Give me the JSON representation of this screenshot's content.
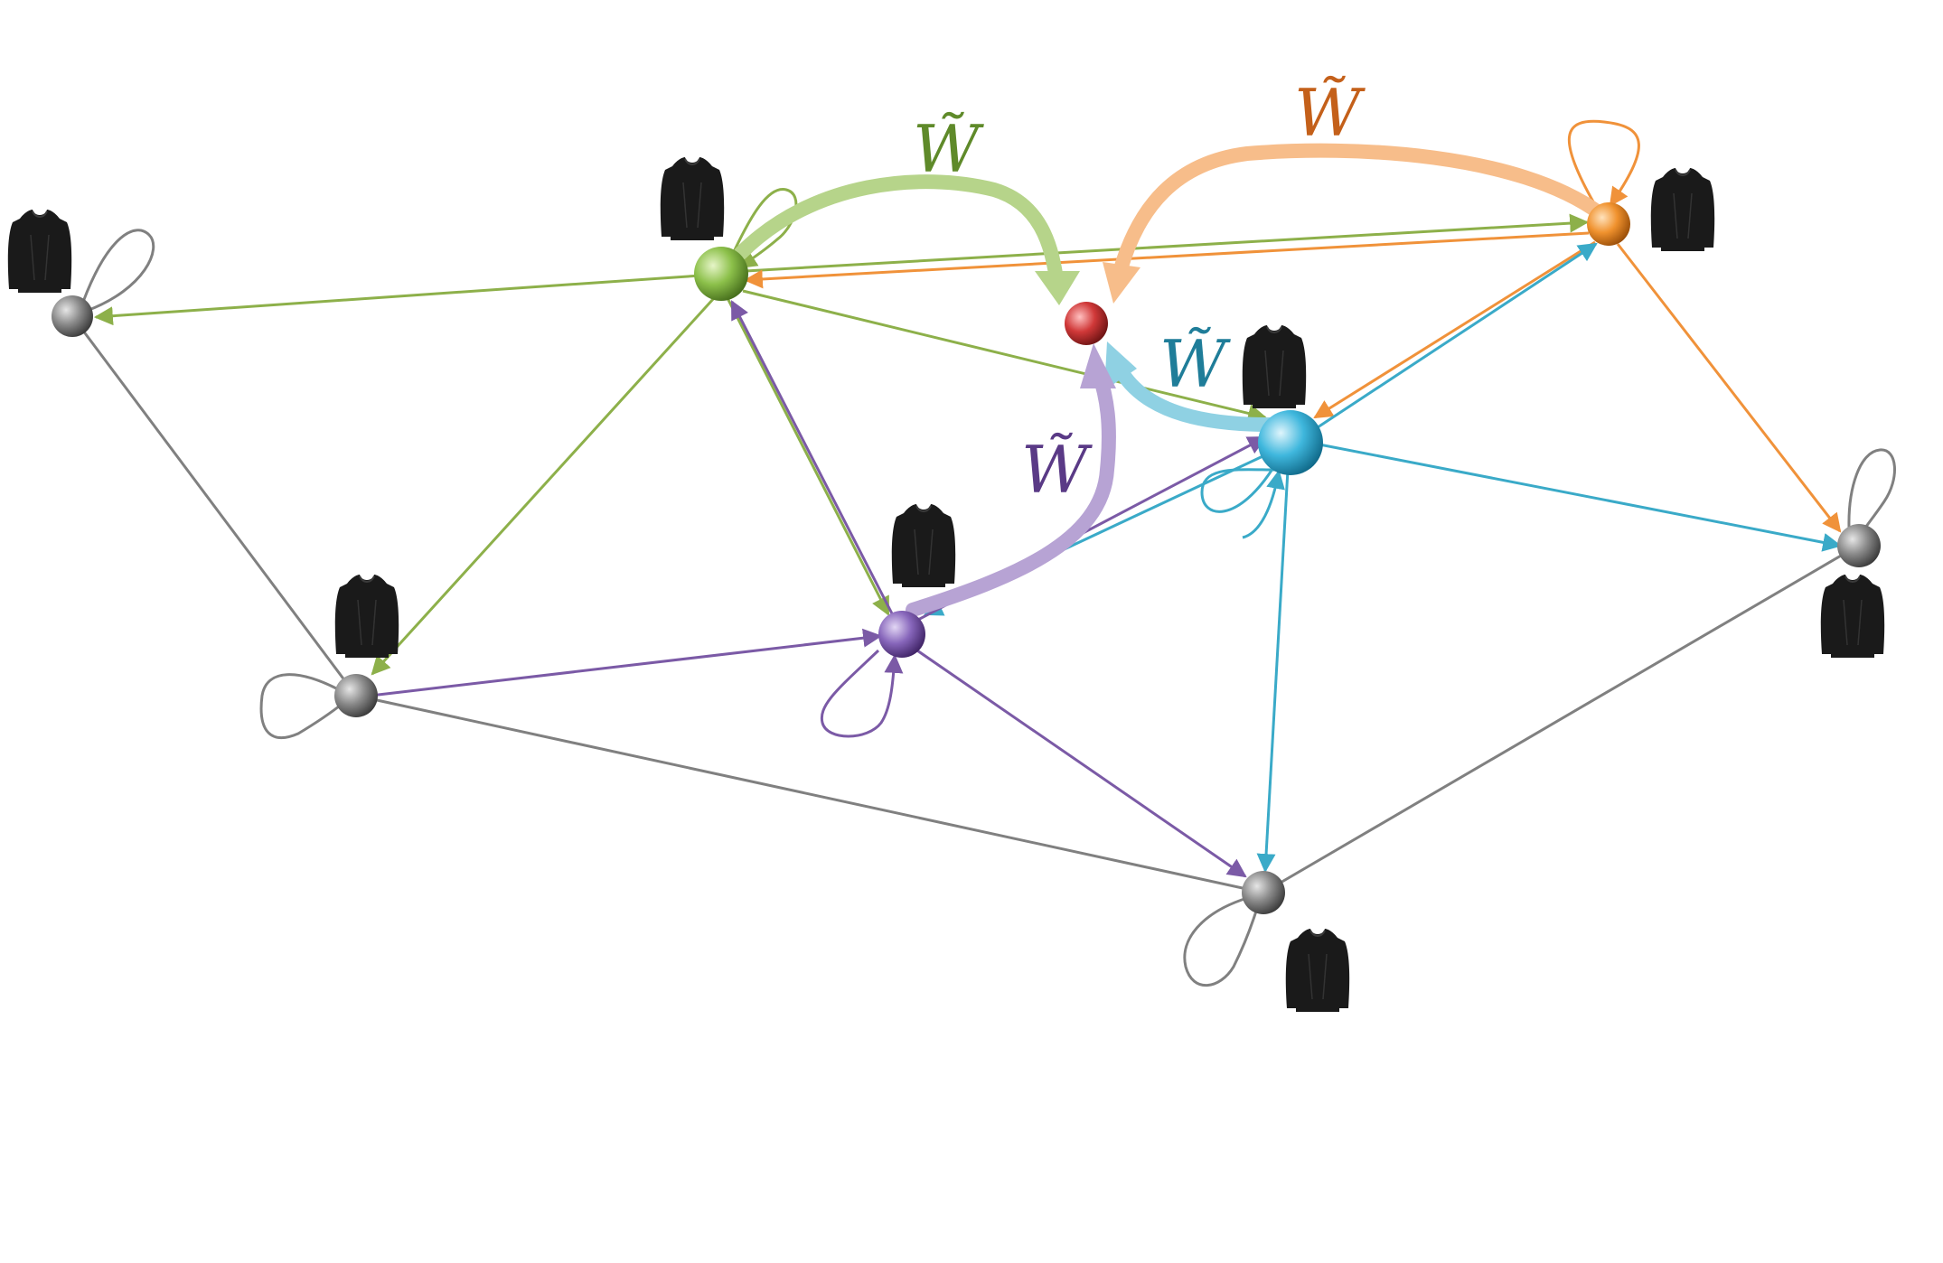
{
  "diagram": {
    "labels": {
      "green": "W̃",
      "orange": "W̃",
      "teal": "W̃",
      "purple": "W̃"
    },
    "colors": {
      "green": "#8db04a",
      "green_light": "#b6d48a",
      "orange": "#f0923a",
      "orange_light": "#f7bd8a",
      "teal": "#3aaac8",
      "teal_light": "#8fd1e3",
      "purple": "#7b5aa6",
      "purple_light": "#b7a3d4",
      "gray": "#808080",
      "red": "#d03a3a",
      "label_green": "#5f8a2a",
      "label_orange": "#c4601a",
      "label_teal": "#1f7d99",
      "label_purple": "#5a3a86"
    },
    "nodes": [
      {
        "id": "n-topleft",
        "color": "gray"
      },
      {
        "id": "n-green",
        "color": "green"
      },
      {
        "id": "n-red",
        "color": "red"
      },
      {
        "id": "n-orange",
        "color": "orange"
      },
      {
        "id": "n-teal",
        "color": "teal"
      },
      {
        "id": "n-right",
        "color": "gray"
      },
      {
        "id": "n-left",
        "color": "gray"
      },
      {
        "id": "n-purple",
        "color": "purple"
      },
      {
        "id": "n-bottom",
        "color": "gray"
      }
    ]
  }
}
